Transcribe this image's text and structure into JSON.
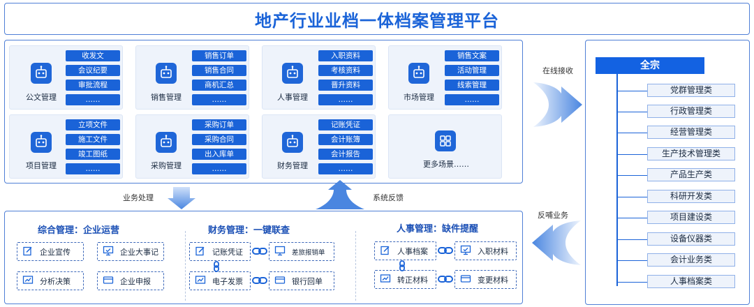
{
  "title": "地产行业业档一体档案管理平台",
  "top_cards": [
    {
      "label": "公文管理",
      "items": [
        "收发文",
        "会议纪要",
        "审批流程",
        "……"
      ]
    },
    {
      "label": "销售管理",
      "items": [
        "销售订单",
        "销售合同",
        "商机汇总",
        "……"
      ]
    },
    {
      "label": "人事管理",
      "items": [
        "入职资料",
        "考核资料",
        "晋升资料",
        "……"
      ]
    },
    {
      "label": "市场管理",
      "items": [
        "销售文案",
        "活动管理",
        "线索管理",
        "……"
      ]
    },
    {
      "label": "项目管理",
      "items": [
        "立项文件",
        "施工文件",
        "竣工图纸",
        "……"
      ]
    },
    {
      "label": "采购管理",
      "items": [
        "采购订单",
        "采购合同",
        "出入库单",
        "……"
      ]
    },
    {
      "label": "财务管理",
      "items": [
        "记账凭证",
        "会计账簿",
        "会计报告",
        "……"
      ]
    },
    {
      "label": "更多场景……",
      "items": []
    }
  ],
  "flow_labels": {
    "business": "业务处理",
    "feedback": "系统反馈",
    "online": "在线接收",
    "backfeed": "反哺业务"
  },
  "archive": {
    "root": "全宗",
    "categories": [
      "党群管理类",
      "行政管理类",
      "经营管理类",
      "生产技术管理类",
      "产品生产类",
      "科研开发类",
      "项目建设类",
      "设备仪器类",
      "会计业务类",
      "人事档案类"
    ]
  },
  "sections": [
    {
      "title": "综合管理：企业运营",
      "boxes": [
        "企业宣传",
        "企业大事记",
        "分析决策",
        "企业申报"
      ]
    },
    {
      "title": "财务管理：一键联查",
      "boxes": [
        "记账凭证",
        "差旅报销单",
        "电子发票",
        "银行回单"
      ]
    },
    {
      "title": "人事管理：缺件提醒",
      "boxes": [
        "人事档案",
        "入职材料",
        "转正材料",
        "变更材料"
      ]
    }
  ],
  "colors": {
    "accent": "#1a63d8",
    "frame": "#4f7fd6",
    "card_bg": "#eef3fb"
  }
}
